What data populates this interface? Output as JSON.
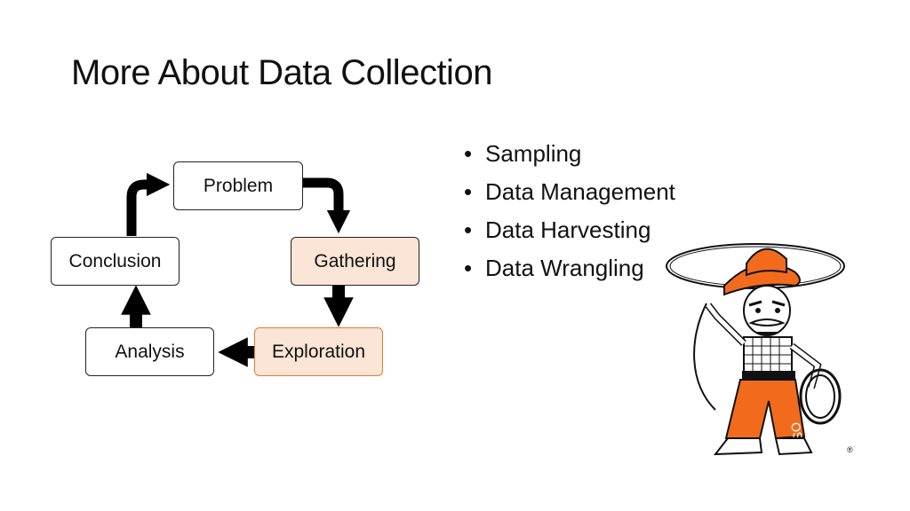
{
  "slide": {
    "title": "More About Data Collection"
  },
  "diagram": {
    "nodes": {
      "problem": "Problem",
      "gathering": "Gathering",
      "exploration": "Exploration",
      "analysis": "Analysis",
      "conclusion": "Conclusion"
    },
    "cycle_order": [
      "Problem",
      "Gathering",
      "Exploration",
      "Analysis",
      "Conclusion"
    ]
  },
  "bullets": {
    "items": [
      {
        "marker": "•",
        "text": "Sampling"
      },
      {
        "marker": "•",
        "text": "Data Management"
      },
      {
        "marker": "•",
        "text": "Data Harvesting"
      },
      {
        "marker": "•",
        "text": "Data Wrangling"
      }
    ]
  },
  "colors": {
    "highlight_fill": "#fbe5d6",
    "highlight_border": "#e07b39",
    "mascot_orange": "#f26b1d",
    "arrow": "#000000"
  },
  "mascot": {
    "icon": "cowboy-mascot-icon",
    "text_on_chaps": "OSU",
    "registered_mark": "®"
  }
}
